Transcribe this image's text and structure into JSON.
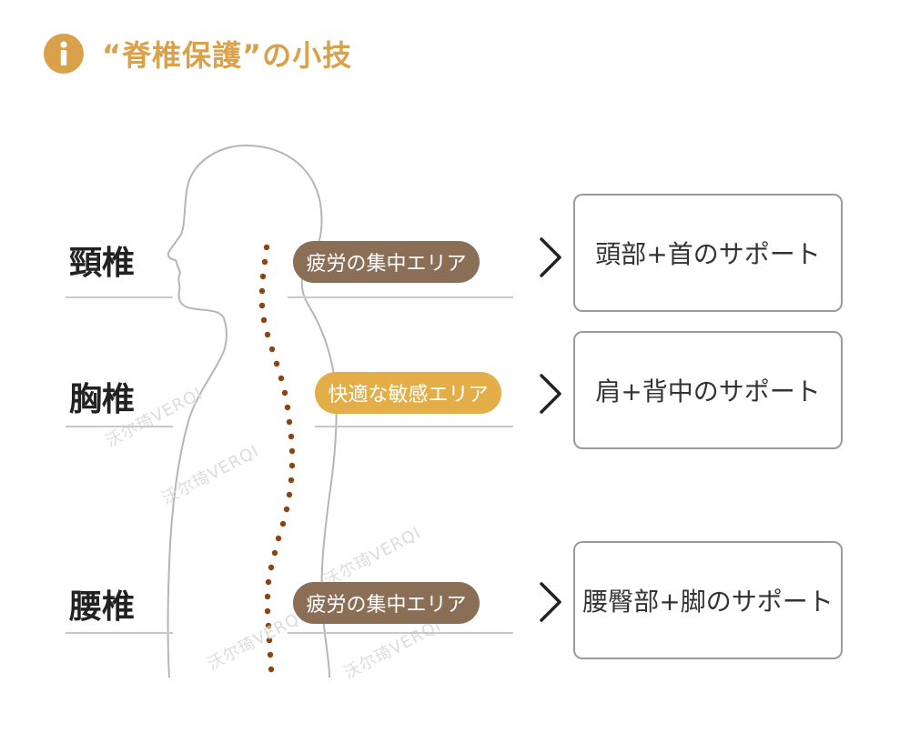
{
  "header": {
    "title": "“脊椎保護”の小技",
    "icon": "info-icon",
    "accent_color": "#d9a14a"
  },
  "regions": [
    {
      "key": "cervical",
      "label": "頸椎",
      "tag": "疲労の集中エリア",
      "tag_color": "#8a6e55",
      "support": "頭部+首のサポート"
    },
    {
      "key": "thoracic",
      "label": "胸椎",
      "tag": "快適な敏感エリア",
      "tag_color": "#e3ae48",
      "support": "肩+背中のサポート"
    },
    {
      "key": "lumbar",
      "label": "腰椎",
      "tag": "疲労の集中エリア",
      "tag_color": "#8a6e55",
      "support": "腰臀部+脚のサポート"
    }
  ],
  "watermarks": [
    "沃尔琦VERQI",
    "沃尔琦VERQI",
    "沃尔琦VERQI",
    "沃尔琦VERQI",
    "沃尔琦VERQI"
  ],
  "colors": {
    "spine_dots": "#8b4513",
    "outline": "#b5b5b5"
  }
}
